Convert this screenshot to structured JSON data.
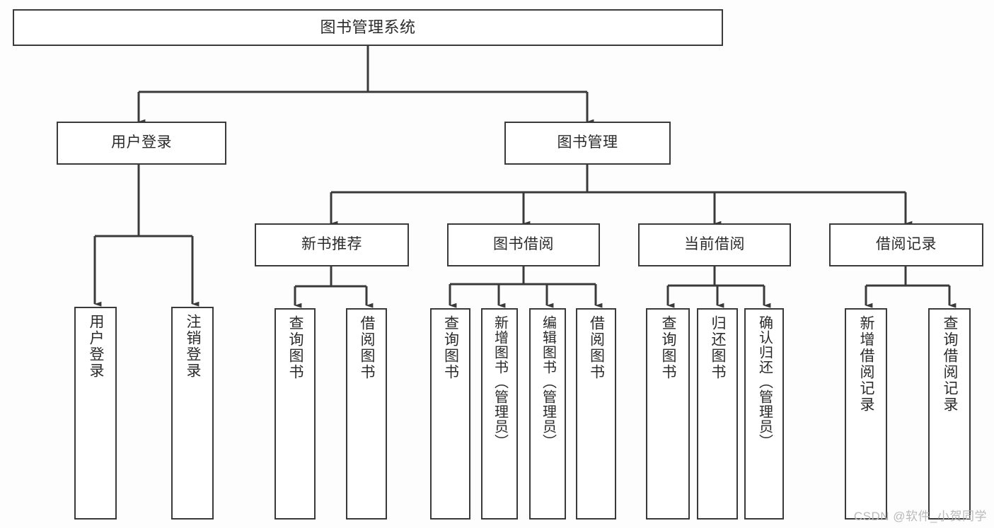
{
  "diagram": {
    "title": "图书管理系统",
    "type": "functional-structure-tree",
    "line_color": "#3a3a3a",
    "box_fill": "#ffffff",
    "background": "#fdfdfd",
    "watermark": "CSDN @软件_小贺同学",
    "levels": [
      {
        "level": 1,
        "nodes": [
          {
            "id": "root",
            "label": "图书管理系统",
            "orientation": "horizontal"
          }
        ]
      },
      {
        "level": 2,
        "nodes": [
          {
            "id": "user-login",
            "label": "用户登录",
            "orientation": "horizontal"
          },
          {
            "id": "book-manage",
            "label": "图书管理",
            "orientation": "horizontal"
          }
        ]
      },
      {
        "level": 3,
        "nodes": [
          {
            "id": "new-book-rec",
            "label": "新书推荐",
            "orientation": "horizontal"
          },
          {
            "id": "book-borrow",
            "label": "图书借阅",
            "orientation": "horizontal"
          },
          {
            "id": "current-borrow",
            "label": "当前借阅",
            "orientation": "horizontal"
          },
          {
            "id": "borrow-record",
            "label": "借阅记录",
            "orientation": "horizontal"
          }
        ]
      },
      {
        "level": 4,
        "nodes": [
          {
            "id": "leaf-user-login",
            "label": "用户登录",
            "orientation": "vertical",
            "parent": "user-login"
          },
          {
            "id": "leaf-logout",
            "label": "注销登录",
            "orientation": "vertical",
            "parent": "user-login"
          },
          {
            "id": "leaf-query-book-1",
            "label": "查询图书",
            "orientation": "vertical",
            "parent": "new-book-rec"
          },
          {
            "id": "leaf-borrow-book-1",
            "label": "借阅图书",
            "orientation": "vertical",
            "parent": "new-book-rec"
          },
          {
            "id": "leaf-query-book-2",
            "label": "查询图书",
            "orientation": "vertical",
            "parent": "book-borrow"
          },
          {
            "id": "leaf-add-book",
            "label": "新增图书（管理员）",
            "orientation": "vertical",
            "parent": "book-borrow"
          },
          {
            "id": "leaf-edit-book",
            "label": "编辑图书（管理员）",
            "orientation": "vertical",
            "parent": "book-borrow"
          },
          {
            "id": "leaf-borrow-book-2",
            "label": "借阅图书",
            "orientation": "vertical",
            "parent": "book-borrow"
          },
          {
            "id": "leaf-query-book-3",
            "label": "查询图书",
            "orientation": "vertical",
            "parent": "current-borrow"
          },
          {
            "id": "leaf-return-book",
            "label": "归还图书",
            "orientation": "vertical",
            "parent": "current-borrow"
          },
          {
            "id": "leaf-confirm-return",
            "label": "确认归还（管理员）",
            "orientation": "vertical",
            "parent": "current-borrow"
          },
          {
            "id": "leaf-add-record",
            "label": "新增借阅记录",
            "orientation": "vertical",
            "parent": "borrow-record"
          },
          {
            "id": "leaf-query-record",
            "label": "查询借阅记录",
            "orientation": "vertical",
            "parent": "borrow-record"
          }
        ]
      }
    ]
  }
}
